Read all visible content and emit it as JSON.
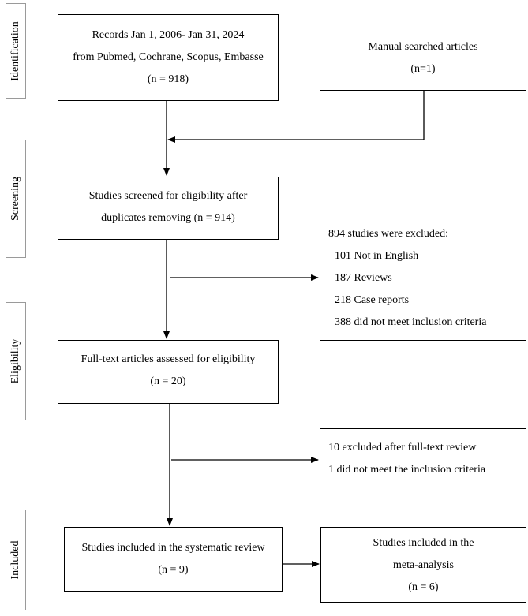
{
  "phases": {
    "identification": "Identification",
    "screening": "Screening",
    "eligibility": "Eligibility",
    "included": "Included"
  },
  "records": {
    "line1": "Records Jan 1, 2006- Jan 31, 2024",
    "line2": "from Pubmed, Cochrane, Scopus, Embasse",
    "line3": "(n = 918)"
  },
  "manual": {
    "line1": "Manual searched articles",
    "line2": "(n=1)"
  },
  "screened": {
    "line1": "Studies screened for eligibility after",
    "line2": "duplicates removing (n = 914)"
  },
  "excluded_screening": {
    "title": "894 studies were excluded:",
    "items": [
      "101 Not in English",
      "187 Reviews",
      "218 Case reports",
      "388 did not meet inclusion criteria"
    ]
  },
  "fulltext": {
    "line1": "Full-text articles assessed for eligibility",
    "line2": "(n = 20)"
  },
  "excluded_fulltext": {
    "line1": "10 excluded after full-text review",
    "line2": "1 did not meet the inclusion criteria"
  },
  "systematic": {
    "line1": "Studies included in the systematic review",
    "line2": "(n = 9)"
  },
  "meta": {
    "line1": "Studies included in the",
    "line2": "meta-analysis",
    "line3": "(n = 6)"
  }
}
